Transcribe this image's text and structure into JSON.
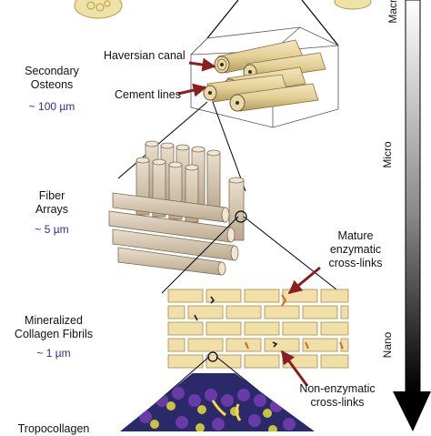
{
  "levels": [
    {
      "label_lines": [
        "Secondary",
        "Osteons"
      ],
      "scale": "~ 100 µm"
    },
    {
      "label_lines": [
        "Fiber",
        "Arrays"
      ],
      "scale": "~ 5 µm"
    },
    {
      "label_lines": [
        "Mineralized",
        "Collagen Fibrils"
      ],
      "scale": "~ 1 µm"
    },
    {
      "label_lines": [
        "Tropocollagen"
      ],
      "scale": ""
    }
  ],
  "annotations": {
    "haversian_canal": "Haversian canal",
    "cement_lines": "Cement lines",
    "mature_crosslinks": [
      "Mature",
      "enzymatic",
      "cross-links"
    ],
    "nonenzymatic_crosslinks": [
      "Non-enzymatic",
      "cross-links"
    ]
  },
  "scale_axis": {
    "top": "Macro",
    "middle": "Micro",
    "bottom": "Nano"
  },
  "colors": {
    "scale_text": "#2b2ba8",
    "arrow": "#8b1e1e",
    "osteon": "#e6d3a0",
    "fiber": "#d8c7ad",
    "brick": "#f0e0a8"
  }
}
